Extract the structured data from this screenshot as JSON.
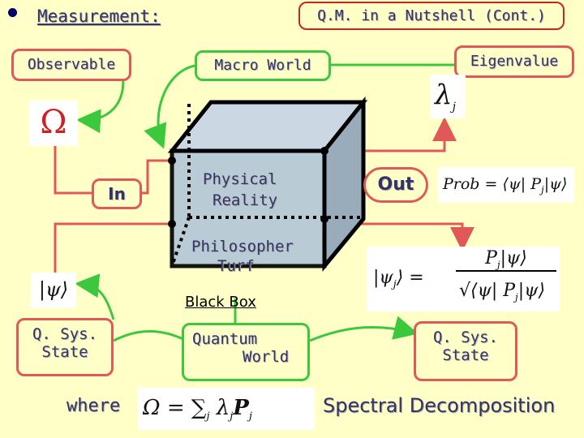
{
  "header": {
    "bullet": "•",
    "heading": "Measurement:",
    "title": "Q.M. in a Nutshell (Cont.)"
  },
  "labels": {
    "observable": "Observable",
    "macro_world": "Macro World",
    "eigenvalue": "Eigenvalue",
    "in": "In",
    "out": "Out",
    "physical_reality_1": "Physical",
    "physical_reality_2": "Reality",
    "philosopher_turf_1": "Philosopher",
    "philosopher_turf_2": "Turf",
    "black_box": "Black Box",
    "q_sys_state_left_1": "Q. Sys.",
    "q_sys_state_left_2": "State",
    "quantum_world_1": "Quantum",
    "quantum_world_2": "World",
    "q_sys_state_right_1": "Q. Sys.",
    "q_sys_state_right_2": "State",
    "where": "where",
    "spectral_decomposition": "Spectral Decomposition"
  },
  "formulas": {
    "omega": "Ω",
    "lambda_j": "λ",
    "lambda_j_sub": "j",
    "prob": "Prob = ⟨ψ| P",
    "prob_sub": "j",
    "prob_end": "|ψ⟩",
    "psi_ket": "|ψ⟩",
    "psi_j_lhs": "|ψ",
    "psi_j_sub": "j",
    "psi_j_eq": "⟩ =",
    "psi_j_num": "P",
    "psi_j_num_sub": "j",
    "psi_j_num_end": "|ψ⟩",
    "psi_j_den": "⟨ψ| P",
    "psi_j_den_sub": "j",
    "psi_j_den_end": "|ψ⟩",
    "spectral_lhs": "Ω = ∑",
    "spectral_sub1": "j",
    "spectral_lambda": "λ",
    "spectral_sub2": "j",
    "spectral_p": "P",
    "spectral_sub3": "j"
  },
  "colors": {
    "background": "#ffffc8",
    "heading_text": "#333366",
    "red_wire": "#e05858",
    "green_wire": "#3cc83c",
    "cube_face": "#b4c8d8",
    "cube_side": "#98acbc"
  }
}
